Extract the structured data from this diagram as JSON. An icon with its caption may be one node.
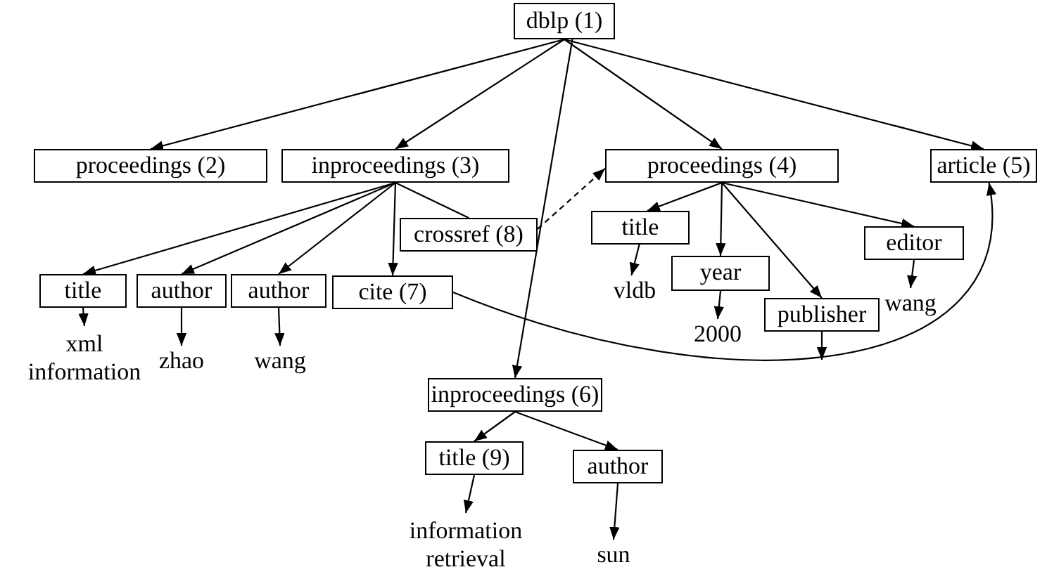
{
  "diagram": {
    "nodes": [
      {
        "text": [
          "dblp (1)"
        ]
      },
      {
        "text": [
          "proceedings (2)"
        ]
      },
      {
        "text": [
          "inproceedings (3)"
        ]
      },
      {
        "text": [
          "proceedings (4)"
        ]
      },
      {
        "text": [
          "article (5)"
        ]
      },
      {
        "text": [
          "crossref (8)"
        ]
      },
      {
        "text": [
          "title"
        ]
      },
      {
        "text": [
          "year"
        ]
      },
      {
        "text": [
          "editor"
        ]
      },
      {
        "text": [
          "title"
        ]
      },
      {
        "text": [
          "author"
        ]
      },
      {
        "text": [
          "author"
        ]
      },
      {
        "text": [
          "cite (7)"
        ]
      },
      {
        "text": [
          "vldb"
        ]
      },
      {
        "text": [
          "2000"
        ]
      },
      {
        "text": [
          "publisher"
        ]
      },
      {
        "text": [
          "wang"
        ]
      },
      {
        "text": [
          "xml information"
        ]
      },
      {
        "text": [
          "zhao"
        ]
      },
      {
        "text": [
          "wang"
        ]
      },
      {
        "text": [
          "inproceedings (6)"
        ]
      },
      {
        "text": [
          "title (9)"
        ]
      },
      {
        "text": [
          "author"
        ]
      },
      {
        "text": [
          "information retrieval"
        ]
      },
      {
        "text": [
          "sun"
        ]
      }
    ],
    "edges": [
      {
        "from": 0,
        "to": 1,
        "arrow": "to"
      },
      {
        "from": 0,
        "to": 2,
        "arrow": "to"
      },
      {
        "from": 0,
        "to": 3,
        "arrow": "to"
      },
      {
        "from": 0,
        "to": 4,
        "arrow": "to"
      },
      {
        "from": 0,
        "to": 20,
        "arrow": "to"
      },
      {
        "from": 2,
        "to": 9,
        "arrow": "to"
      },
      {
        "from": 2,
        "to": 10,
        "arrow": "to"
      },
      {
        "from": 2,
        "to": 11,
        "arrow": "to"
      },
      {
        "from": 2,
        "to": 12,
        "arrow": "to"
      },
      {
        "from": 2,
        "to": 5,
        "arrow": "none"
      },
      {
        "from": 5,
        "to": 3,
        "arrow": "to",
        "style": "dashed"
      },
      {
        "from": 12,
        "to": 4,
        "arrow": "to"
      },
      {
        "from": 3,
        "to": 6,
        "arrow": "to"
      },
      {
        "from": 3,
        "to": 7,
        "arrow": "to"
      },
      {
        "from": 3,
        "to": 15,
        "arrow": "to"
      },
      {
        "from": 3,
        "to": 8,
        "arrow": "to"
      },
      {
        "from": 6,
        "to": 13,
        "arrow": "to"
      },
      {
        "from": 7,
        "to": 14,
        "arrow": "to"
      },
      {
        "from": 15,
        "to": null,
        "arrow": "to"
      },
      {
        "from": 8,
        "to": 16,
        "arrow": "to"
      },
      {
        "from": 9,
        "to": 17,
        "arrow": "to"
      },
      {
        "from": 10,
        "to": 18,
        "arrow": "to"
      },
      {
        "from": 11,
        "to": 19,
        "arrow": "to"
      },
      {
        "from": 20,
        "to": 21,
        "arrow": "to"
      },
      {
        "from": 20,
        "to": 22,
        "arrow": "to"
      },
      {
        "from": 21,
        "to": 23,
        "arrow": "to"
      },
      {
        "from": 22,
        "to": 24,
        "arrow": "to"
      }
    ]
  }
}
